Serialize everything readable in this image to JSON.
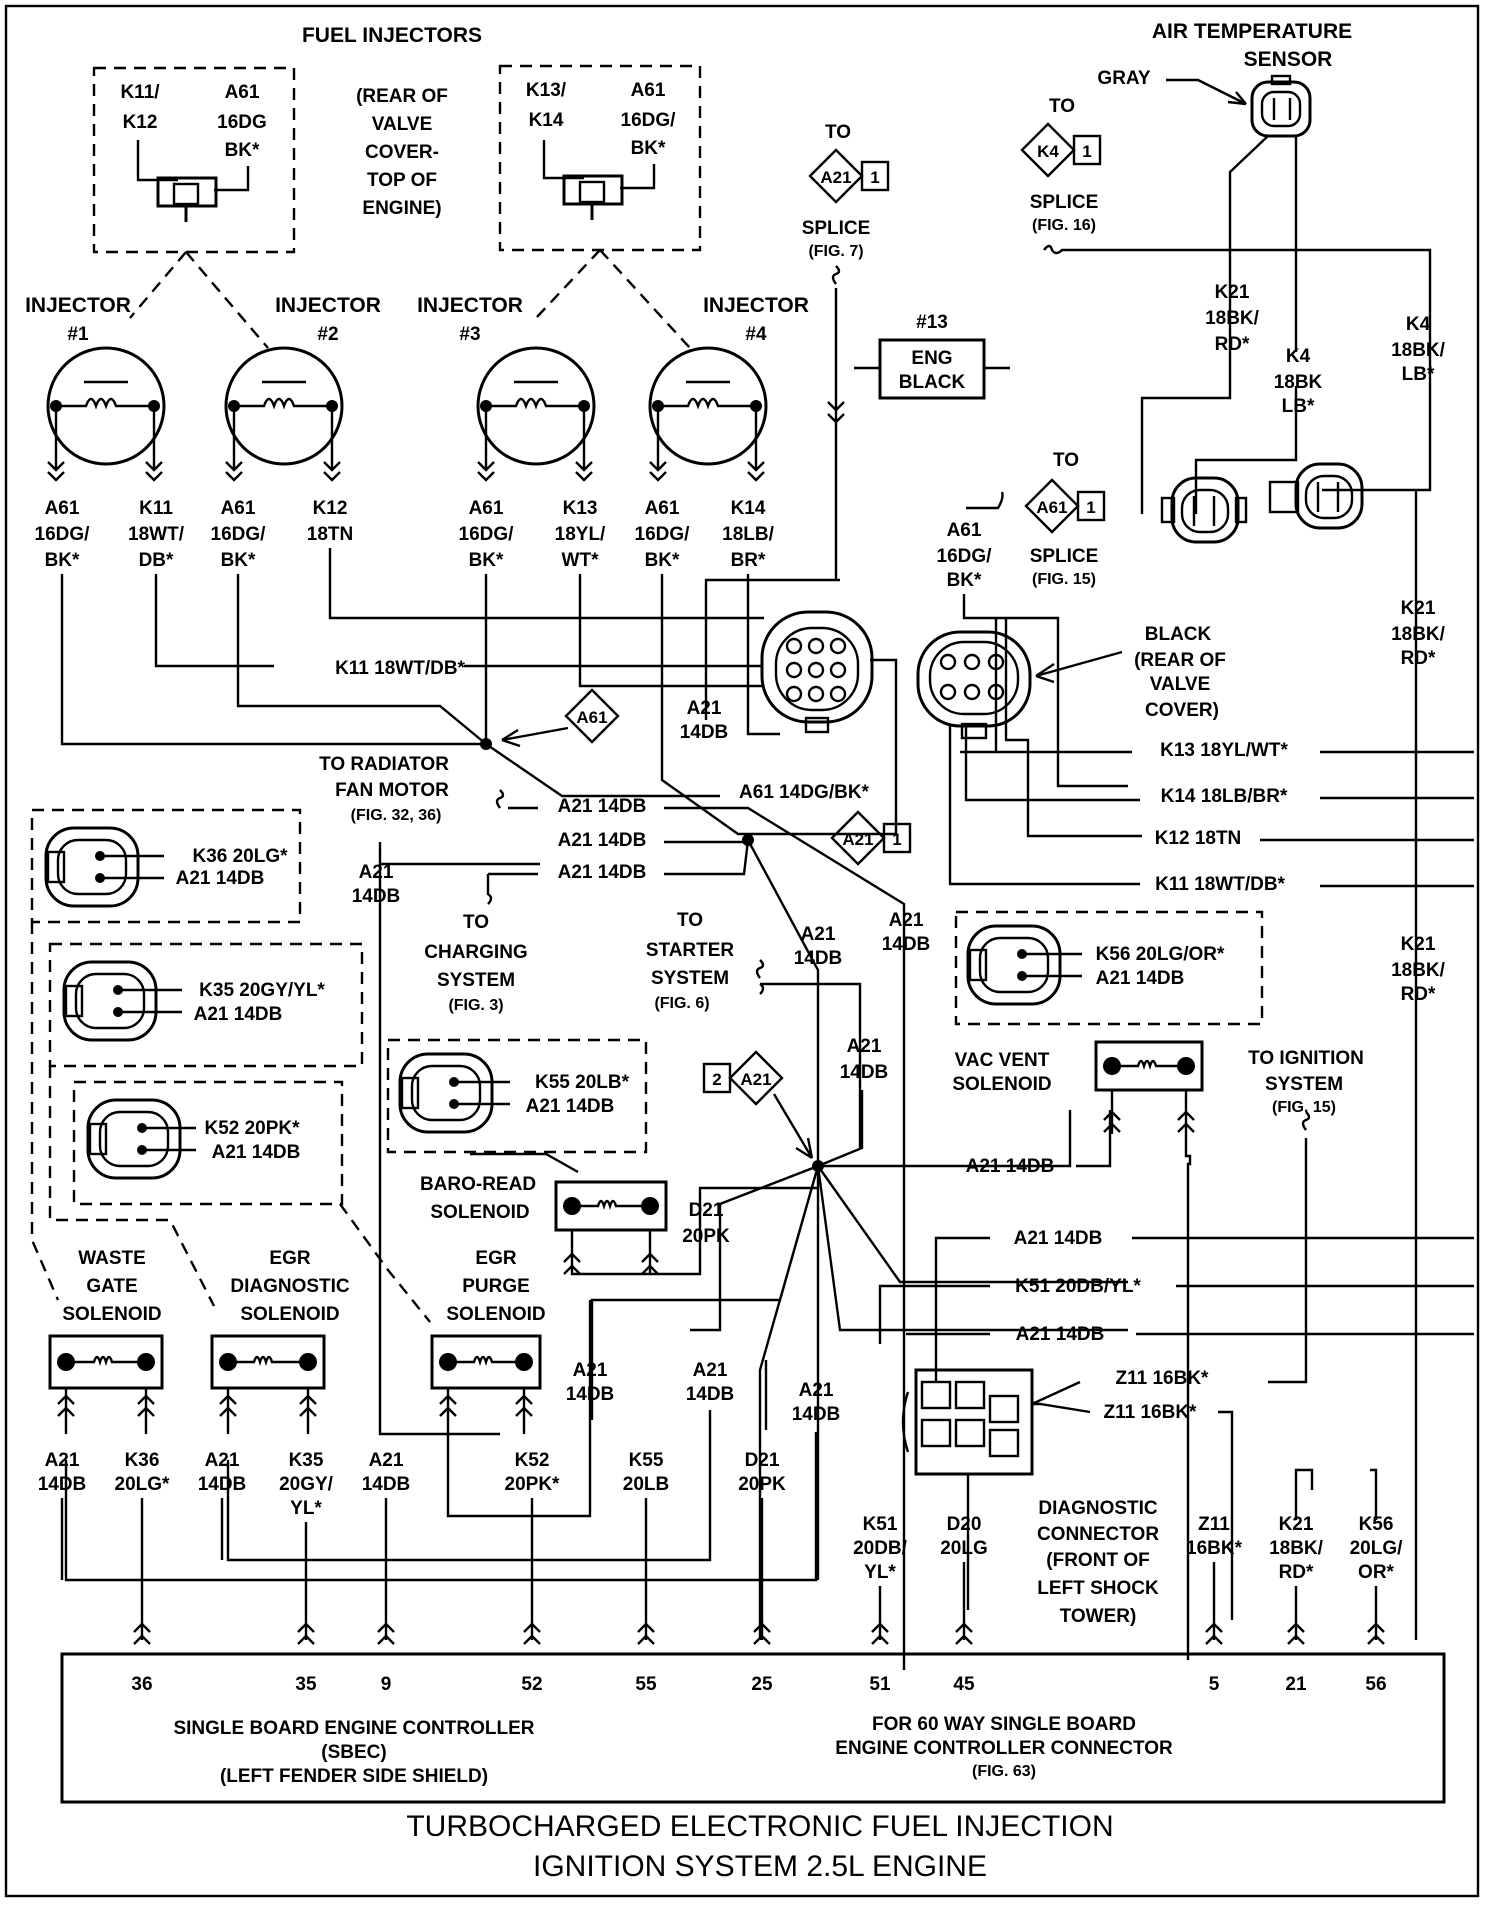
{
  "title": {
    "line1": "TURBOCHARGED ELECTRONIC FUEL INJECTION",
    "line2": "IGNITION SYSTEM 2.5L ENGINE"
  },
  "fuel_injectors": {
    "heading": "FUEL INJECTORS",
    "note": [
      "(REAR OF",
      "VALVE",
      "COVER-",
      "TOP OF",
      "ENGINE)"
    ],
    "conn_left": {
      "pin1": [
        "K11/",
        "K12"
      ],
      "pin2": [
        "A61",
        "16DG",
        "BK*"
      ]
    },
    "conn_right": {
      "pin1": [
        "K13/",
        "K14"
      ],
      "pin2": [
        "A61",
        "16DG/",
        "BK*"
      ]
    },
    "injectors": [
      {
        "name": "INJECTOR",
        "num": "#1"
      },
      {
        "name": "INJECTOR",
        "num": "#2"
      },
      {
        "name": "INJECTOR",
        "num": "#3"
      },
      {
        "name": "INJECTOR",
        "num": "#4"
      }
    ],
    "wires": [
      [
        "A61",
        "16DG/",
        "BK*"
      ],
      [
        "K11",
        "18WT/",
        "DB*"
      ],
      [
        "A61",
        "16DG/",
        "BK*"
      ],
      [
        "K12",
        "18TN"
      ],
      [
        "A61",
        "16DG/",
        "BK*"
      ],
      [
        "K13",
        "18YL/",
        "WT*"
      ],
      [
        "A61",
        "16DG/",
        "BK*"
      ],
      [
        "K14",
        "18LB/",
        "BR*"
      ]
    ]
  },
  "splices": {
    "a21": {
      "to": "TO",
      "code": "A21",
      "num": "1",
      "label": "SPLICE",
      "fig": "(FIG. 7)"
    },
    "k4": {
      "to": "TO",
      "code": "K4",
      "num": "1",
      "label": "SPLICE",
      "fig": "(FIG. 16)"
    },
    "a61": {
      "to": "TO",
      "code": "A61",
      "num": "1",
      "label": "SPLICE",
      "fig": "(FIG. 15)"
    }
  },
  "ground13": {
    "num": "#13",
    "lines": [
      "ENG",
      "BLACK"
    ]
  },
  "air_temp": {
    "title": [
      "AIR TEMPERATURE",
      "SENSOR"
    ],
    "gray": "GRAY"
  },
  "right_wires": {
    "k21a": [
      "K21",
      "18BK/",
      "RD*"
    ],
    "k4a": [
      "K4",
      "18BK",
      "LB*"
    ],
    "k4b": [
      "K4",
      "18BK/",
      "LB*"
    ],
    "k21b": [
      "K21",
      "18BK/",
      "RD*"
    ],
    "k21c": [
      "K21",
      "18BK/",
      "RD*"
    ]
  },
  "black_conn": {
    "lines": [
      "BLACK",
      "(REAR OF",
      "VALVE",
      "COVER)"
    ],
    "wire": [
      "A61",
      "16DG/",
      "BK*"
    ]
  },
  "harness": {
    "k11": "K11 18WT/DB*",
    "k13": "K13 18YL/WT*",
    "k14": "K14 18LB/BR*",
    "k12": "K12 18TN",
    "k11b": "K11 18WT/DB*",
    "a61main": "A61 14DG/BK*",
    "a21_14db": "A21 14DB",
    "a21_14db_stack": [
      "A21",
      "14DB"
    ]
  },
  "a61_tag": "A61",
  "a21_tag": {
    "code": "A21",
    "num": "1"
  },
  "a21_tag2": {
    "code": "A21",
    "num": "2"
  },
  "radiator": [
    "TO RADIATOR",
    "FAN MOTOR",
    "(FIG. 32, 36)"
  ],
  "charging": [
    "TO",
    "CHARGING",
    "SYSTEM",
    "(FIG. 3)"
  ],
  "starter": [
    "TO",
    "STARTER",
    "SYSTEM",
    "(FIG. 6)"
  ],
  "ignition": [
    "TO IGNITION",
    "SYSTEM",
    "(FIG. 15)"
  ],
  "vac_vent": [
    "VAC VENT",
    "SOLENOID"
  ],
  "conns_left": [
    {
      "w1": "K36 20LG*",
      "w2": "A21 14DB"
    },
    {
      "w1": "K35 20GY/YL*",
      "w2": "A21 14DB"
    },
    {
      "w1": "K52 20PK*",
      "w2": "A21 14DB"
    },
    {
      "w1": "K55 20LB*",
      "w2": "A21 14DB"
    },
    {
      "w1": "K56 20LG/OR*",
      "w2": "A21 14DB"
    }
  ],
  "baro": [
    "BARO-READ",
    "SOLENOID"
  ],
  "d21": [
    "D21",
    "20PK"
  ],
  "solenoids": [
    [
      "WASTE",
      "GATE",
      "SOLENOID"
    ],
    [
      "EGR",
      "DIAGNOSTIC",
      "SOLENOID"
    ],
    [
      "EGR",
      "PURGE",
      "SOLENOID"
    ]
  ],
  "diag_wires": {
    "a21": "A21 14DB",
    "k51": "K51 20DB/YL*",
    "a21b": "A21 14DB",
    "z11a": "Z11 16BK*",
    "z11b": "Z11 16BK*"
  },
  "diag_conn": [
    "DIAGNOSTIC",
    "CONNECTOR",
    "(FRONT OF",
    "LEFT SHOCK",
    "TOWER)"
  ],
  "bottom_wires": [
    [
      "A21",
      "14DB"
    ],
    [
      "K36",
      "20LG*"
    ],
    [
      "A21",
      "14DB"
    ],
    [
      "K35",
      "20GY/",
      "YL*"
    ],
    [
      "A21",
      "14DB"
    ],
    [
      "K52",
      "20PK*"
    ],
    [
      "K55",
      "20LB"
    ],
    [
      "D21",
      "20PK"
    ],
    [
      "K51",
      "20DB/",
      "YL*"
    ],
    [
      "D20",
      "20LG"
    ],
    [
      "Z11",
      "16BK*"
    ],
    [
      "K21",
      "18BK/",
      "RD*"
    ],
    [
      "K56",
      "20LG/",
      "OR*"
    ],
    [
      "A21",
      "14DB"
    ],
    [
      "A21",
      "14DB"
    ],
    [
      "A21",
      "14DB"
    ]
  ],
  "pins": [
    "36",
    "35",
    "9",
    "52",
    "55",
    "25",
    "51",
    "45",
    "5",
    "21",
    "56"
  ],
  "sbec": {
    "left": [
      "SINGLE BOARD ENGINE CONTROLLER",
      "(SBEC)",
      "(LEFT FENDER SIDE SHIELD)"
    ],
    "right": [
      "FOR 60 WAY SINGLE BOARD",
      "ENGINE CONTROLLER CONNECTOR",
      "(FIG. 63)"
    ]
  }
}
